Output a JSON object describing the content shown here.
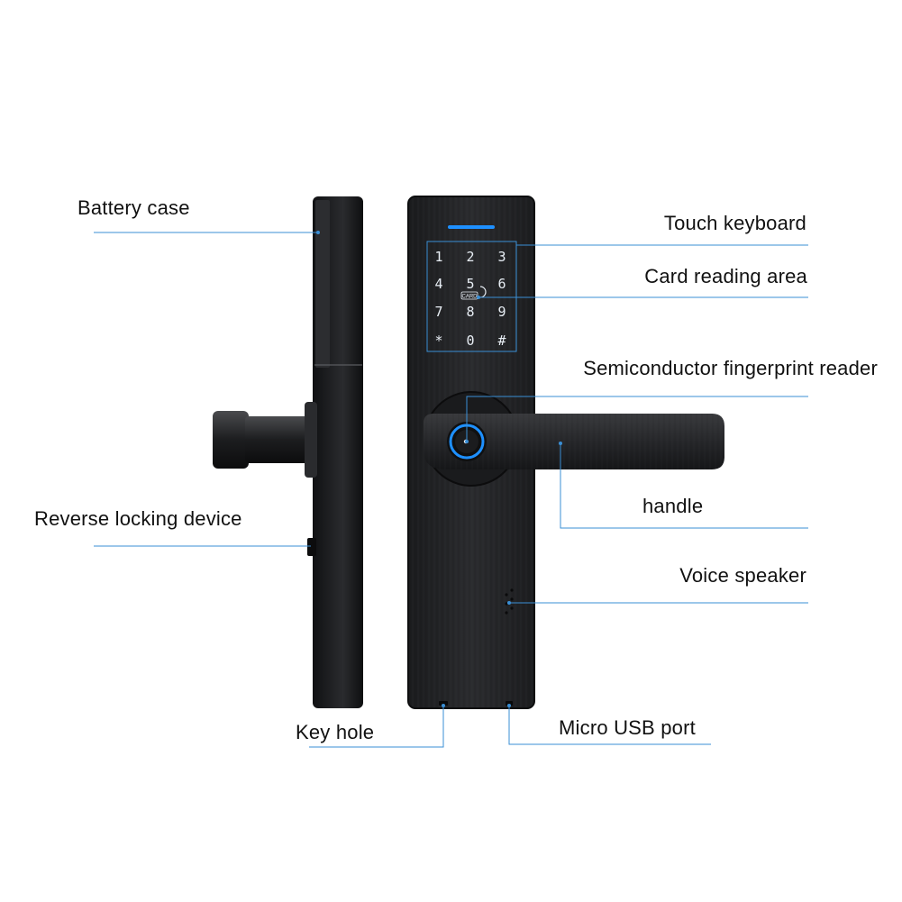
{
  "labels": {
    "battery_case": "Battery case",
    "touch_keyboard": "Touch keyboard",
    "card_reading_area": "Card reading area",
    "fingerprint_reader": "Semiconductor fingerprint reader",
    "handle": "handle",
    "reverse_locking_device": "Reverse locking device",
    "voice_speaker": "Voice speaker",
    "key_hole": "Key hole",
    "micro_usb_port": "Micro USB port"
  },
  "keypad": {
    "keys": [
      "1",
      "2",
      "3",
      "4",
      "5",
      "6",
      "7",
      "8",
      "9",
      "*",
      "0",
      "#"
    ],
    "card_label": "CARD"
  },
  "colors": {
    "leader_line": "#3a8fd6",
    "lock_body": "#202124",
    "accent_blue": "#1e90ff",
    "label_text": "#111111"
  }
}
